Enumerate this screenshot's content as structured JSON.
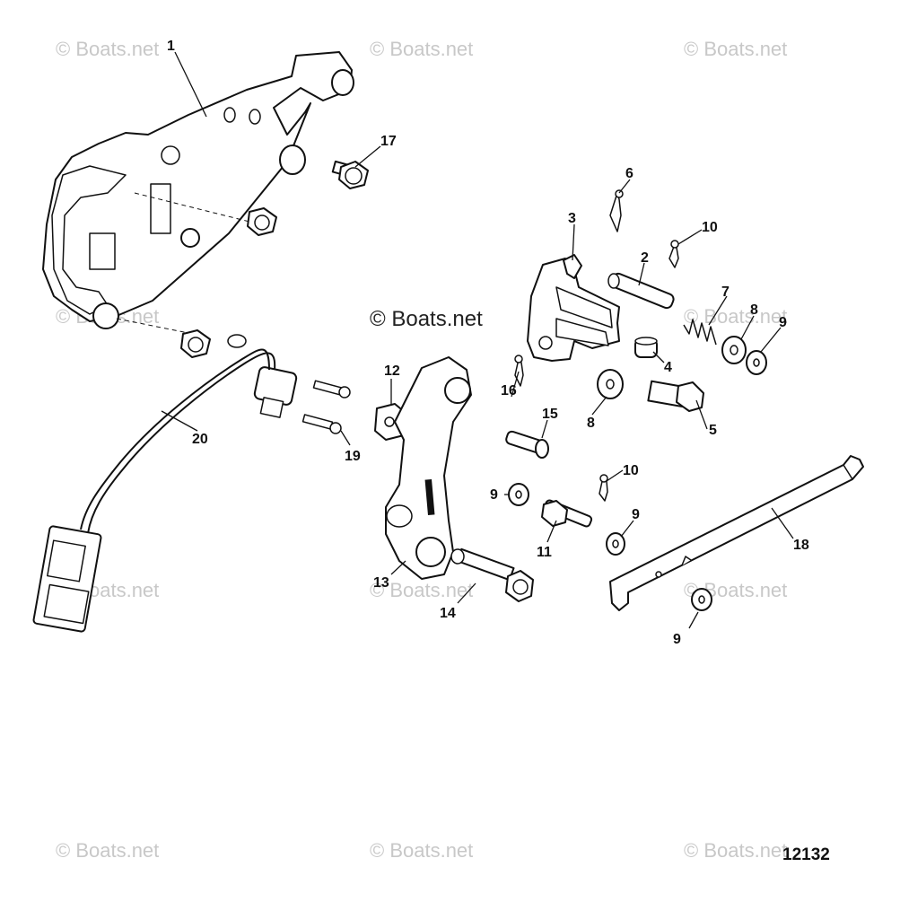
{
  "watermarks": {
    "corner": "© Boats.net",
    "center": "© Boats.net"
  },
  "diagram_id": "12132",
  "callouts": {
    "c1": "1",
    "c2": "2",
    "c3": "3",
    "c4": "4",
    "c5": "5",
    "c6": "6",
    "c7": "7",
    "c8a": "8",
    "c8b": "8",
    "c9a": "9",
    "c9b": "9",
    "c9c": "9",
    "c9d": "9",
    "c10a": "10",
    "c10b": "10",
    "c11": "11",
    "c12": "12",
    "c13": "13",
    "c14": "14",
    "c15": "15",
    "c16": "16",
    "c17": "17",
    "c18": "18",
    "c19": "19",
    "c20": "20"
  }
}
